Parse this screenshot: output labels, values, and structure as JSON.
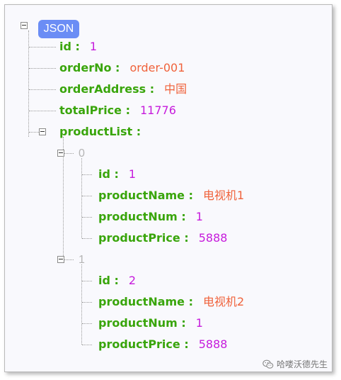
{
  "root": {
    "label": "JSON"
  },
  "fields": [
    {
      "key": "id",
      "value": "1",
      "kind": "number"
    },
    {
      "key": "orderNo",
      "value": "order-001",
      "kind": "string"
    },
    {
      "key": "orderAddress",
      "value": "中国",
      "kind": "string"
    },
    {
      "key": "totalPrice",
      "value": "11776",
      "kind": "number"
    }
  ],
  "productList": {
    "key": "productList",
    "items": [
      {
        "index": "0",
        "fields": [
          {
            "key": "id",
            "value": "1",
            "kind": "number"
          },
          {
            "key": "productName",
            "value": "电视机1",
            "kind": "string"
          },
          {
            "key": "productNum",
            "value": "1",
            "kind": "number"
          },
          {
            "key": "productPrice",
            "value": "5888",
            "kind": "number"
          }
        ]
      },
      {
        "index": "1",
        "fields": [
          {
            "key": "id",
            "value": "2",
            "kind": "number"
          },
          {
            "key": "productName",
            "value": "电视机2",
            "kind": "string"
          },
          {
            "key": "productNum",
            "value": "1",
            "kind": "number"
          },
          {
            "key": "productPrice",
            "value": "5888",
            "kind": "number"
          }
        ]
      }
    ]
  },
  "separator": " :",
  "watermark": {
    "text": "哈喽沃德先生",
    "icon": "wechat-icon"
  },
  "colors": {
    "key": "#39a50b",
    "number": "#c61bdc",
    "string": "#f0623b",
    "index": "#b5b5b5",
    "badge": "#6b8df5"
  }
}
